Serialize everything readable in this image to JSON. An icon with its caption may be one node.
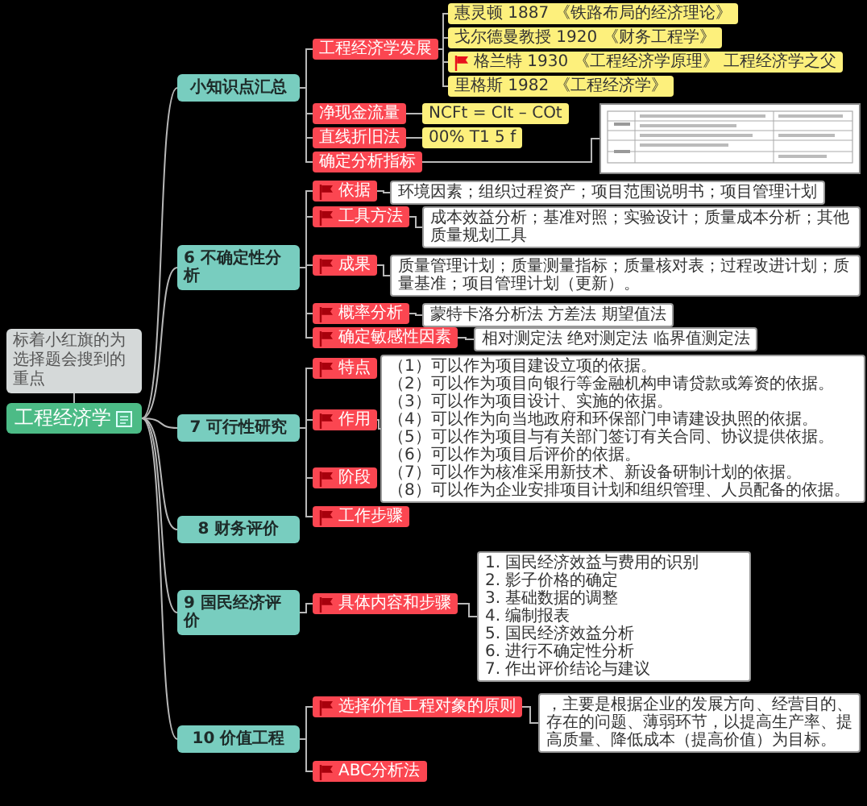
{
  "diagram": {
    "nodes": [
      {
        "text": [
          "工程经济学"
        ]
      },
      {
        "text": [
          "标着小红旗的为选择题会搜到的重点"
        ]
      },
      {
        "text": [
          "小知识点汇总"
        ]
      },
      {
        "text": [
          "工程经济学发展"
        ]
      },
      {
        "text": [
          "惠灵顿 1887 《铁路布局的经济理论》"
        ]
      },
      {
        "text": [
          "戈尔德曼教授 1920 《财务工程学》"
        ]
      },
      {
        "text": [
          "格兰特 1930 《工程经济学原理》 工程经济学之父"
        ]
      },
      {
        "text": [
          "里格斯 1982 《工程经济学》"
        ]
      },
      {
        "text": [
          "净现金流量"
        ]
      },
      {
        "text": [
          "NCFt = CIt – COt"
        ]
      },
      {
        "text": [
          "直线折旧法"
        ]
      },
      {
        "text": [
          "00% T1 5 f"
        ]
      },
      {
        "text": [
          "确定分析指标"
        ]
      },
      {
        "text": [],
        "shape": "picture"
      },
      {
        "text": [
          "6 不确定性分析"
        ]
      },
      {
        "text": [
          "依据"
        ]
      },
      {
        "text": [
          "环境因素；组织过程资产；项目范围说明书；项目管理计划"
        ]
      },
      {
        "text": [
          "工具方法"
        ]
      },
      {
        "text": [
          "成本效益分析；基准对照；实验设计；质量成本分析；其他质量规划工具"
        ]
      },
      {
        "text": [
          "成果"
        ]
      },
      {
        "text": [
          "质量管理计划；质量测量指标；质量核对表；过程改进计划；质量基准；项目管理计划（更新）。"
        ]
      },
      {
        "text": [
          "概率分析"
        ]
      },
      {
        "text": [
          "蒙特卡洛分析法 方差法 期望值法"
        ]
      },
      {
        "text": [
          "确定敏感性因素"
        ]
      },
      {
        "text": [
          "相对测定法 绝对测定法 临界值测定法"
        ]
      },
      {
        "text": [
          "7 可行性研究"
        ]
      },
      {
        "text": [
          "特点"
        ]
      },
      {
        "text": [
          "作用"
        ]
      },
      {
        "text": [
          "（1）可以作为项目建设立项的依据。",
          "（2）可以作为项目向银行等金融机构申请贷款或筹资的依据。",
          "（3）可以作为项目设计、实施的依据。",
          "（4）可以作为向当地政府和环保部门申请建设执照的依据。",
          "（5）可以作为项目与有关部门签订有关合同、协议提供依据。",
          "（6）可以作为项目后评价的依据。",
          "（7）可以作为核准采用新技术、新设备研制计划的依据。",
          "（8）可以作为企业安排项目计划和组织管理、人员配备的依据。"
        ]
      },
      {
        "text": [
          "阶段"
        ]
      },
      {
        "text": [
          "工作步骤"
        ]
      },
      {
        "text": [
          "8 财务评价"
        ]
      },
      {
        "text": [
          "9 国民经济评价"
        ]
      },
      {
        "text": [
          "具体内容和步骤"
        ]
      },
      {
        "text": [
          "1. 国民经济效益与费用的识别",
          "2. 影子价格的确定",
          "3. 基础数据的调整",
          "4. 编制报表",
          "5. 国民经济效益分析",
          "6. 进行不确定性分析",
          "7. 作出评价结论与建议"
        ]
      },
      {
        "text": [
          "10 价值工程"
        ]
      },
      {
        "text": [
          "选择价值工程对象的原则"
        ]
      },
      {
        "text": [
          "，主要是根据企业的发展方向、经营目的、存在的问题、薄弱环节，以提高生产率、提高质量、降低成本（提高价值）为目标。"
        ]
      },
      {
        "text": [
          "ABC分析法"
        ]
      }
    ],
    "edges": [
      {
        "from": 0,
        "to": 1,
        "arrow": "none"
      },
      {
        "from": 0,
        "to": 2,
        "arrow": "none"
      },
      {
        "from": 0,
        "to": 14,
        "arrow": "none"
      },
      {
        "from": 0,
        "to": 25,
        "arrow": "none"
      },
      {
        "from": 0,
        "to": 31,
        "arrow": "none"
      },
      {
        "from": 0,
        "to": 32,
        "arrow": "none"
      },
      {
        "from": 0,
        "to": 35,
        "arrow": "none"
      },
      {
        "from": 2,
        "to": 3,
        "arrow": "none"
      },
      {
        "from": 2,
        "to": 8,
        "arrow": "none"
      },
      {
        "from": 2,
        "to": 10,
        "arrow": "none"
      },
      {
        "from": 2,
        "to": 12,
        "arrow": "none"
      },
      {
        "from": 3,
        "to": 4,
        "arrow": "none"
      },
      {
        "from": 3,
        "to": 5,
        "arrow": "none"
      },
      {
        "from": 3,
        "to": 6,
        "arrow": "none"
      },
      {
        "from": 3,
        "to": 7,
        "arrow": "none"
      },
      {
        "from": 8,
        "to": 9,
        "arrow": "none"
      },
      {
        "from": 10,
        "to": 11,
        "arrow": "none"
      },
      {
        "from": 12,
        "to": 13,
        "arrow": "none"
      },
      {
        "from": 14,
        "to": 15,
        "arrow": "none"
      },
      {
        "from": 14,
        "to": 17,
        "arrow": "none"
      },
      {
        "from": 14,
        "to": 19,
        "arrow": "none"
      },
      {
        "from": 14,
        "to": 21,
        "arrow": "none"
      },
      {
        "from": 14,
        "to": 23,
        "arrow": "none"
      },
      {
        "from": 15,
        "to": 16,
        "arrow": "none"
      },
      {
        "from": 17,
        "to": 18,
        "arrow": "none"
      },
      {
        "from": 19,
        "to": 20,
        "arrow": "none"
      },
      {
        "from": 21,
        "to": 22,
        "arrow": "none"
      },
      {
        "from": 23,
        "to": 24,
        "arrow": "none"
      },
      {
        "from": 25,
        "to": 26,
        "arrow": "none"
      },
      {
        "from": 25,
        "to": 27,
        "arrow": "none"
      },
      {
        "from": 25,
        "to": 29,
        "arrow": "none"
      },
      {
        "from": 25,
        "to": 30,
        "arrow": "none"
      },
      {
        "from": 27,
        "to": 28,
        "arrow": "none"
      },
      {
        "from": 32,
        "to": 33,
        "arrow": "none"
      },
      {
        "from": 33,
        "to": 34,
        "arrow": "none"
      },
      {
        "from": 35,
        "to": 36,
        "arrow": "none"
      },
      {
        "from": 35,
        "to": 38,
        "arrow": "none"
      },
      {
        "from": 36,
        "to": 37,
        "arrow": "none"
      }
    ]
  }
}
